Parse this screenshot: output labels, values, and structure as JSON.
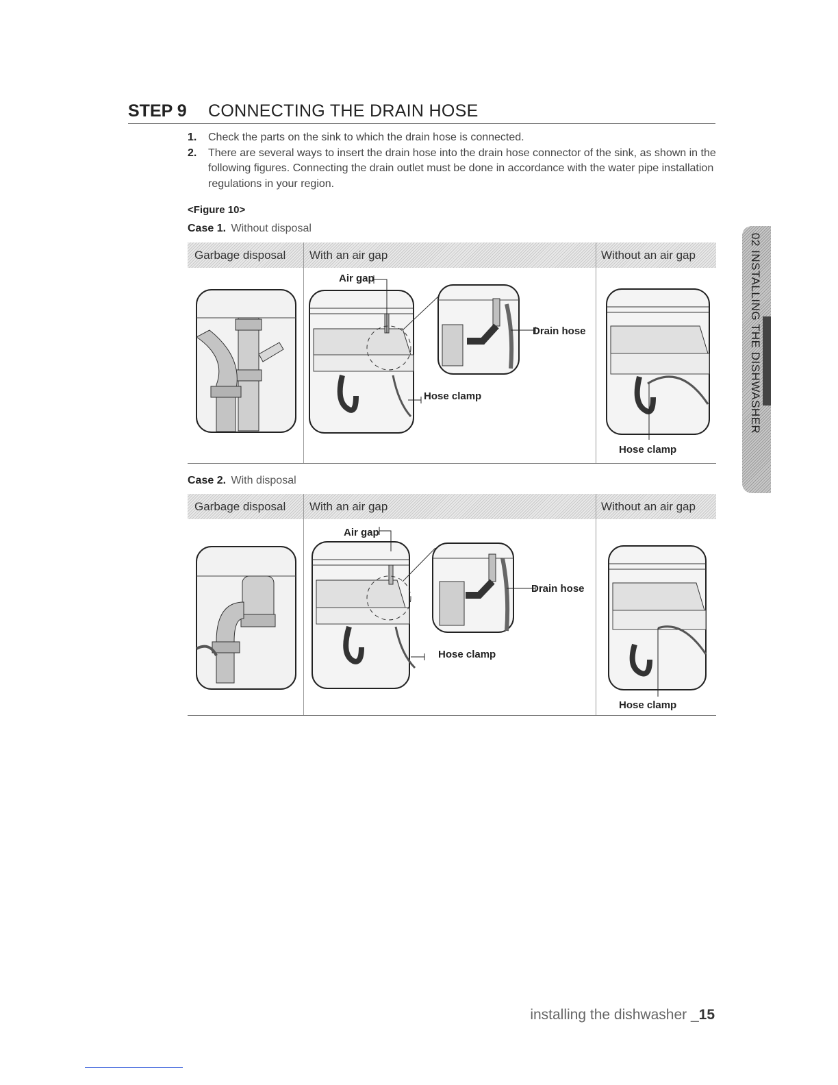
{
  "heading": {
    "step": "STEP 9",
    "title": "CONNECTING THE DRAIN HOSE"
  },
  "steps": [
    {
      "num": "1.",
      "text": "Check the parts on the sink to which the drain hose is connected."
    },
    {
      "num": "2.",
      "text": "There are several ways to insert the drain hose into the drain hose connector of the sink, as shown in the following figures. Connecting the drain outlet must be done in accordance with the water pipe installation regulations in your region."
    }
  ],
  "figure_label": "<Figure 10>",
  "cases": [
    {
      "prefix": "Case 1.",
      "name": "Without disposal",
      "headers": [
        "Garbage disposal",
        "With an air gap",
        "Without an air gap"
      ],
      "labels": {
        "air_gap": "Air gap",
        "drain_hose": "Drain hose",
        "hose_clamp": "Hose clamp",
        "hose_clamp_2": "Hose clamp"
      }
    },
    {
      "prefix": "Case 2.",
      "name": "With disposal",
      "headers": [
        "Garbage disposal",
        "With an air gap",
        "Without an air gap"
      ],
      "labels": {
        "air_gap": "Air gap",
        "drain_hose": "Drain hose",
        "hose_clamp": "Hose clamp",
        "hose_clamp_2": "Hose clamp"
      }
    }
  ],
  "side_tab": "02 INSTALLING THE DISHWASHER",
  "footer": {
    "text": "installing the dishwasher _",
    "page": "15"
  }
}
